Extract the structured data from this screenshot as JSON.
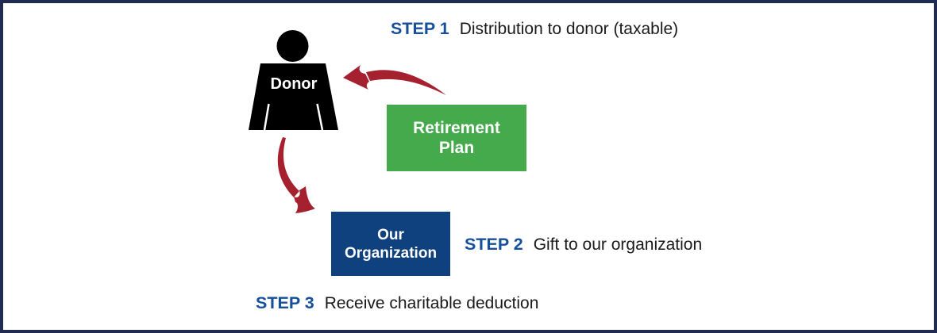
{
  "canvas": {
    "background": "#ffffff",
    "border_color": "#212a51"
  },
  "donor": {
    "label": "Donor",
    "fill": "#000000",
    "text_color": "#ffffff"
  },
  "boxes": {
    "retirement_plan": {
      "line1": "Retirement",
      "line2": "Plan",
      "bg": "#45aa4c",
      "text_color": "#ffffff"
    },
    "our_organization": {
      "line1": "Our",
      "line2": "Organization",
      "bg": "#0f417f",
      "text_color": "#ffffff"
    }
  },
  "steps": [
    {
      "label": "STEP 1",
      "description": "Distribution to donor (taxable)"
    },
    {
      "label": "STEP 2",
      "description": "Gift to our organization"
    },
    {
      "label": "STEP 3",
      "description": "Receive charitable deduction"
    }
  ],
  "colors": {
    "step_label": "#164f9c",
    "description_text": "#1a1a1a",
    "arrow": "#a6212f"
  },
  "icons": {
    "arrow1": "curved-arrow-retirement-to-donor",
    "arrow2": "curved-arrow-donor-to-organization",
    "donor_figure": "person-silhouette-icon"
  }
}
